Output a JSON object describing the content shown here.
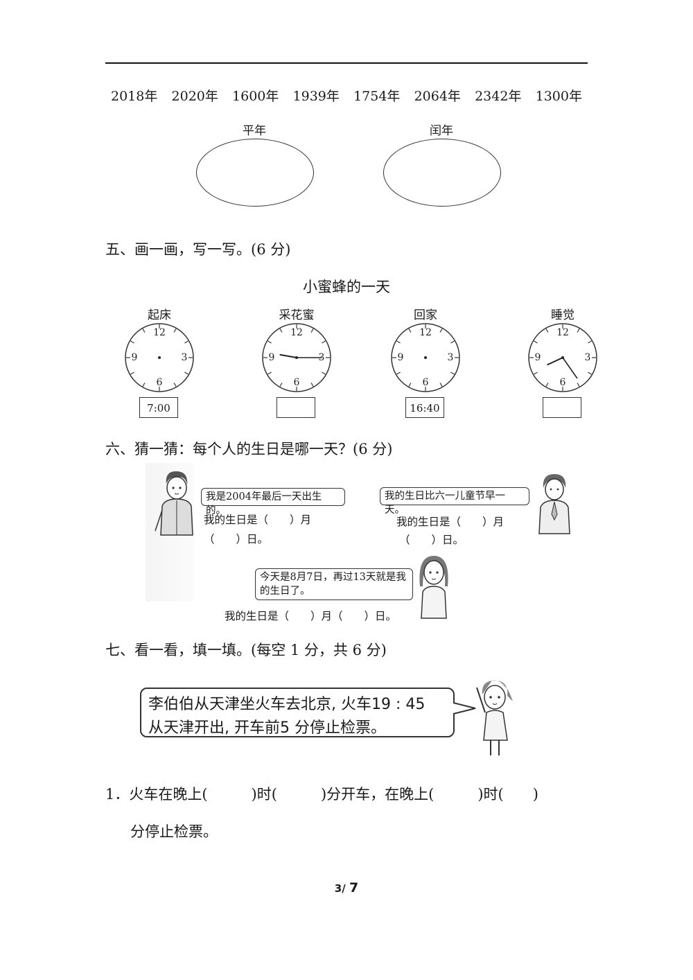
{
  "years": [
    "2018年",
    "2020年",
    "1600年",
    "1939年",
    "1754年",
    "2064年",
    "2342年",
    "1300年"
  ],
  "sets": {
    "common": "平年",
    "leap": "闰年"
  },
  "section5": {
    "title": "五、画一画，写一写。(6 分)",
    "subtitle": "小蜜蜂的一天",
    "clocks": [
      {
        "label": "起床",
        "time": "7:00",
        "hour_angle": null,
        "minute_angle": null
      },
      {
        "label": "采花蜜",
        "time": "",
        "hour_angle": 280,
        "minute_angle": 90
      },
      {
        "label": "回家",
        "time": "16:40",
        "hour_angle": null,
        "minute_angle": null
      },
      {
        "label": "睡觉",
        "time": "",
        "hour_angle": 245,
        "minute_angle": 145
      }
    ],
    "numerals": {
      "n12": "12",
      "n3": "3",
      "n6": "6",
      "n9": "9"
    }
  },
  "section6": {
    "title": "六、猜一猜：每个人的生日是哪一天？(6 分)",
    "boy": {
      "speech": "我是2004年最后一天出生的。",
      "line1": "我的生日是（　　）月",
      "line2": "（　　）日。"
    },
    "man": {
      "speech": "我的生日比六一儿童节早一天。",
      "line1": "我的生日是（　　）月",
      "line2": "（　　）日。"
    },
    "girl": {
      "speech": "今天是8月7日，再过13天就是我的生日了。",
      "line1": "我的生日是（　　）月（　　）日。"
    }
  },
  "section7": {
    "title": "七、看一看，填一填。(每空 1 分，共 6 分)",
    "bubble_line1": "李伯伯从天津坐火车去北京, 火车19 : 45",
    "bubble_line2": "从天津开出, 开车前5 分停止检票。",
    "q1_line1": "1．火车在晚上(　　　)时(　　　)分开车，在晚上(　　　)时(　　)",
    "q1_line2": "分停止检票。"
  },
  "footer": {
    "page": "3/",
    "total": "7"
  }
}
